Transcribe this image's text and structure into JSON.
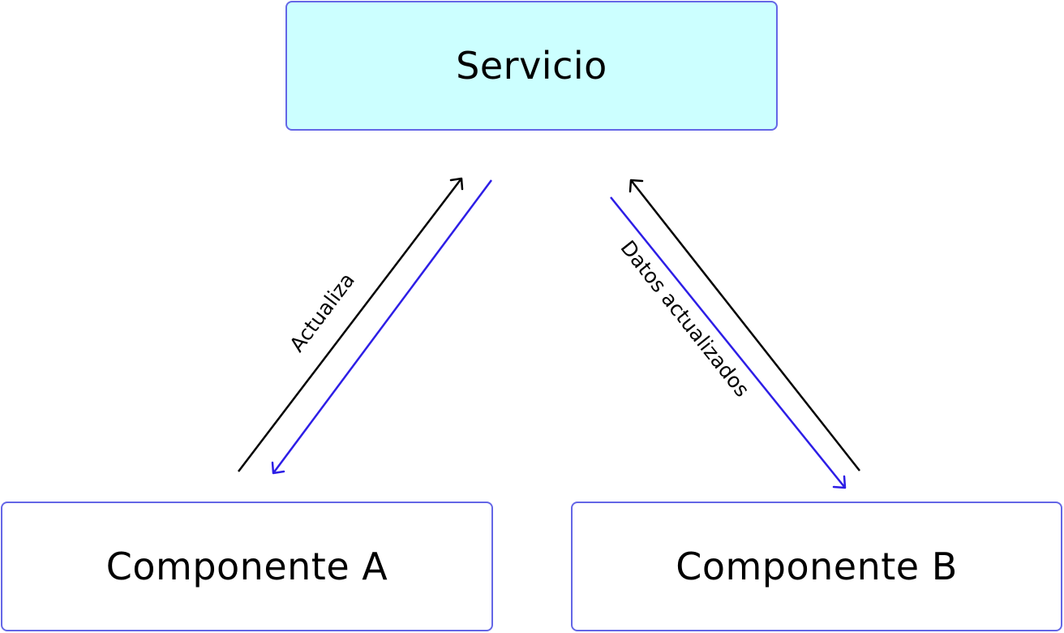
{
  "nodes": {
    "servicio": "Servicio",
    "componente_a": "Componente A",
    "componente_b": "Componente B"
  },
  "edges": {
    "a_to_servicio": "Actualiza",
    "servicio_to_b": "Datos actualizados"
  },
  "colors": {
    "box_border": "#6466e6",
    "servicio_fill": "#ccffff",
    "arrow_black": "#000000",
    "arrow_blue": "#2d1ee6"
  }
}
